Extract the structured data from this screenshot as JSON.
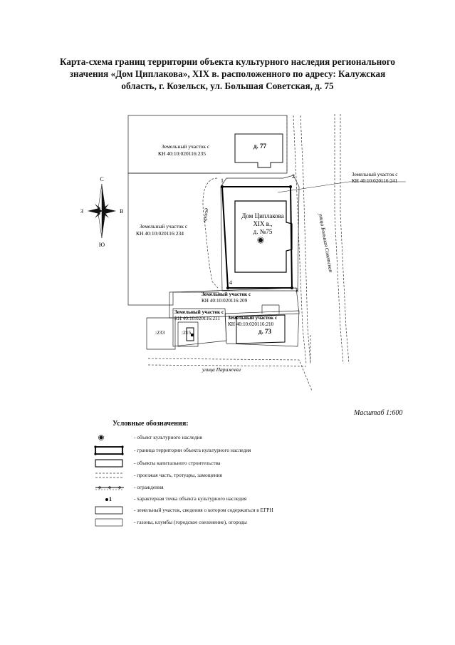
{
  "title": {
    "line1": "Карта-схема границ территории объекта культурного наследия  регионального",
    "line2": "значения «Дом Циплакова»,  XIX в. расположенного по адресу: Калужская",
    "line3": "область, г. Козельск, ул. Большая Советская, д. 75"
  },
  "map": {
    "plot235": {
      "line1": "Земельный участок с",
      "line2": "КН 40:10:020116:235"
    },
    "house77": "д. 77",
    "plot241": {
      "line1": "Земельный участок с",
      "line2": "КН 40:10:020116:241"
    },
    "plot234": {
      "line1": "Земельный участок с",
      "line2": "КН 40:10:020116:234"
    },
    "object": {
      "line1": "Дом Циплакова",
      "line2": "XIX в.,",
      "line3": "д. №75"
    },
    "proezd": "проезд",
    "street_main": "улица Большая Советская",
    "street_bottom": "улица Парижчки",
    "plot209": {
      "line1": "Земельный участок с",
      "line2": "КН 40:10:020116:209"
    },
    "plot211": {
      "line1": "Земельный участок с",
      "line2": "КН 40:10:020116:211"
    },
    "plot210": {
      "line1": "Земельный участок с",
      "line2": "КН 40:10:020116:210"
    },
    "house73": "д. 73",
    "plot233": ":233",
    "plot215": ":215",
    "points": {
      "p1": "1",
      "p2": "2",
      "p3": "3",
      "p4": "4"
    },
    "compass": {
      "n": "С",
      "s": "Ю",
      "e": "В",
      "w": "З"
    }
  },
  "scale": "Масштаб 1:600",
  "legend": {
    "heading": "Условные обозначения:",
    "items": [
      {
        "icon": "heritage-object-icon",
        "text": "- объект культурного наследия"
      },
      {
        "icon": "territory-boundary-icon",
        "text": "- граница территории объекта культурного наследия"
      },
      {
        "icon": "capital-construction-icon",
        "text": "- объекты капитального строительства"
      },
      {
        "icon": "roadway-icon",
        "text": "- проезжая часть, тротуары, замощения"
      },
      {
        "icon": "fence-icon",
        "text": "- ограждения"
      },
      {
        "icon": "characteristic-point-icon",
        "text": "- характерная точка объекта культурного наследия"
      },
      {
        "icon": "land-plot-icon",
        "text": "- земельный участок, сведения о котором содержаться в ЕГРН"
      },
      {
        "icon": "lawn-icon",
        "text": "- газоны, клумбы (городское озеленение), огороды"
      }
    ],
    "point_label": "1"
  }
}
